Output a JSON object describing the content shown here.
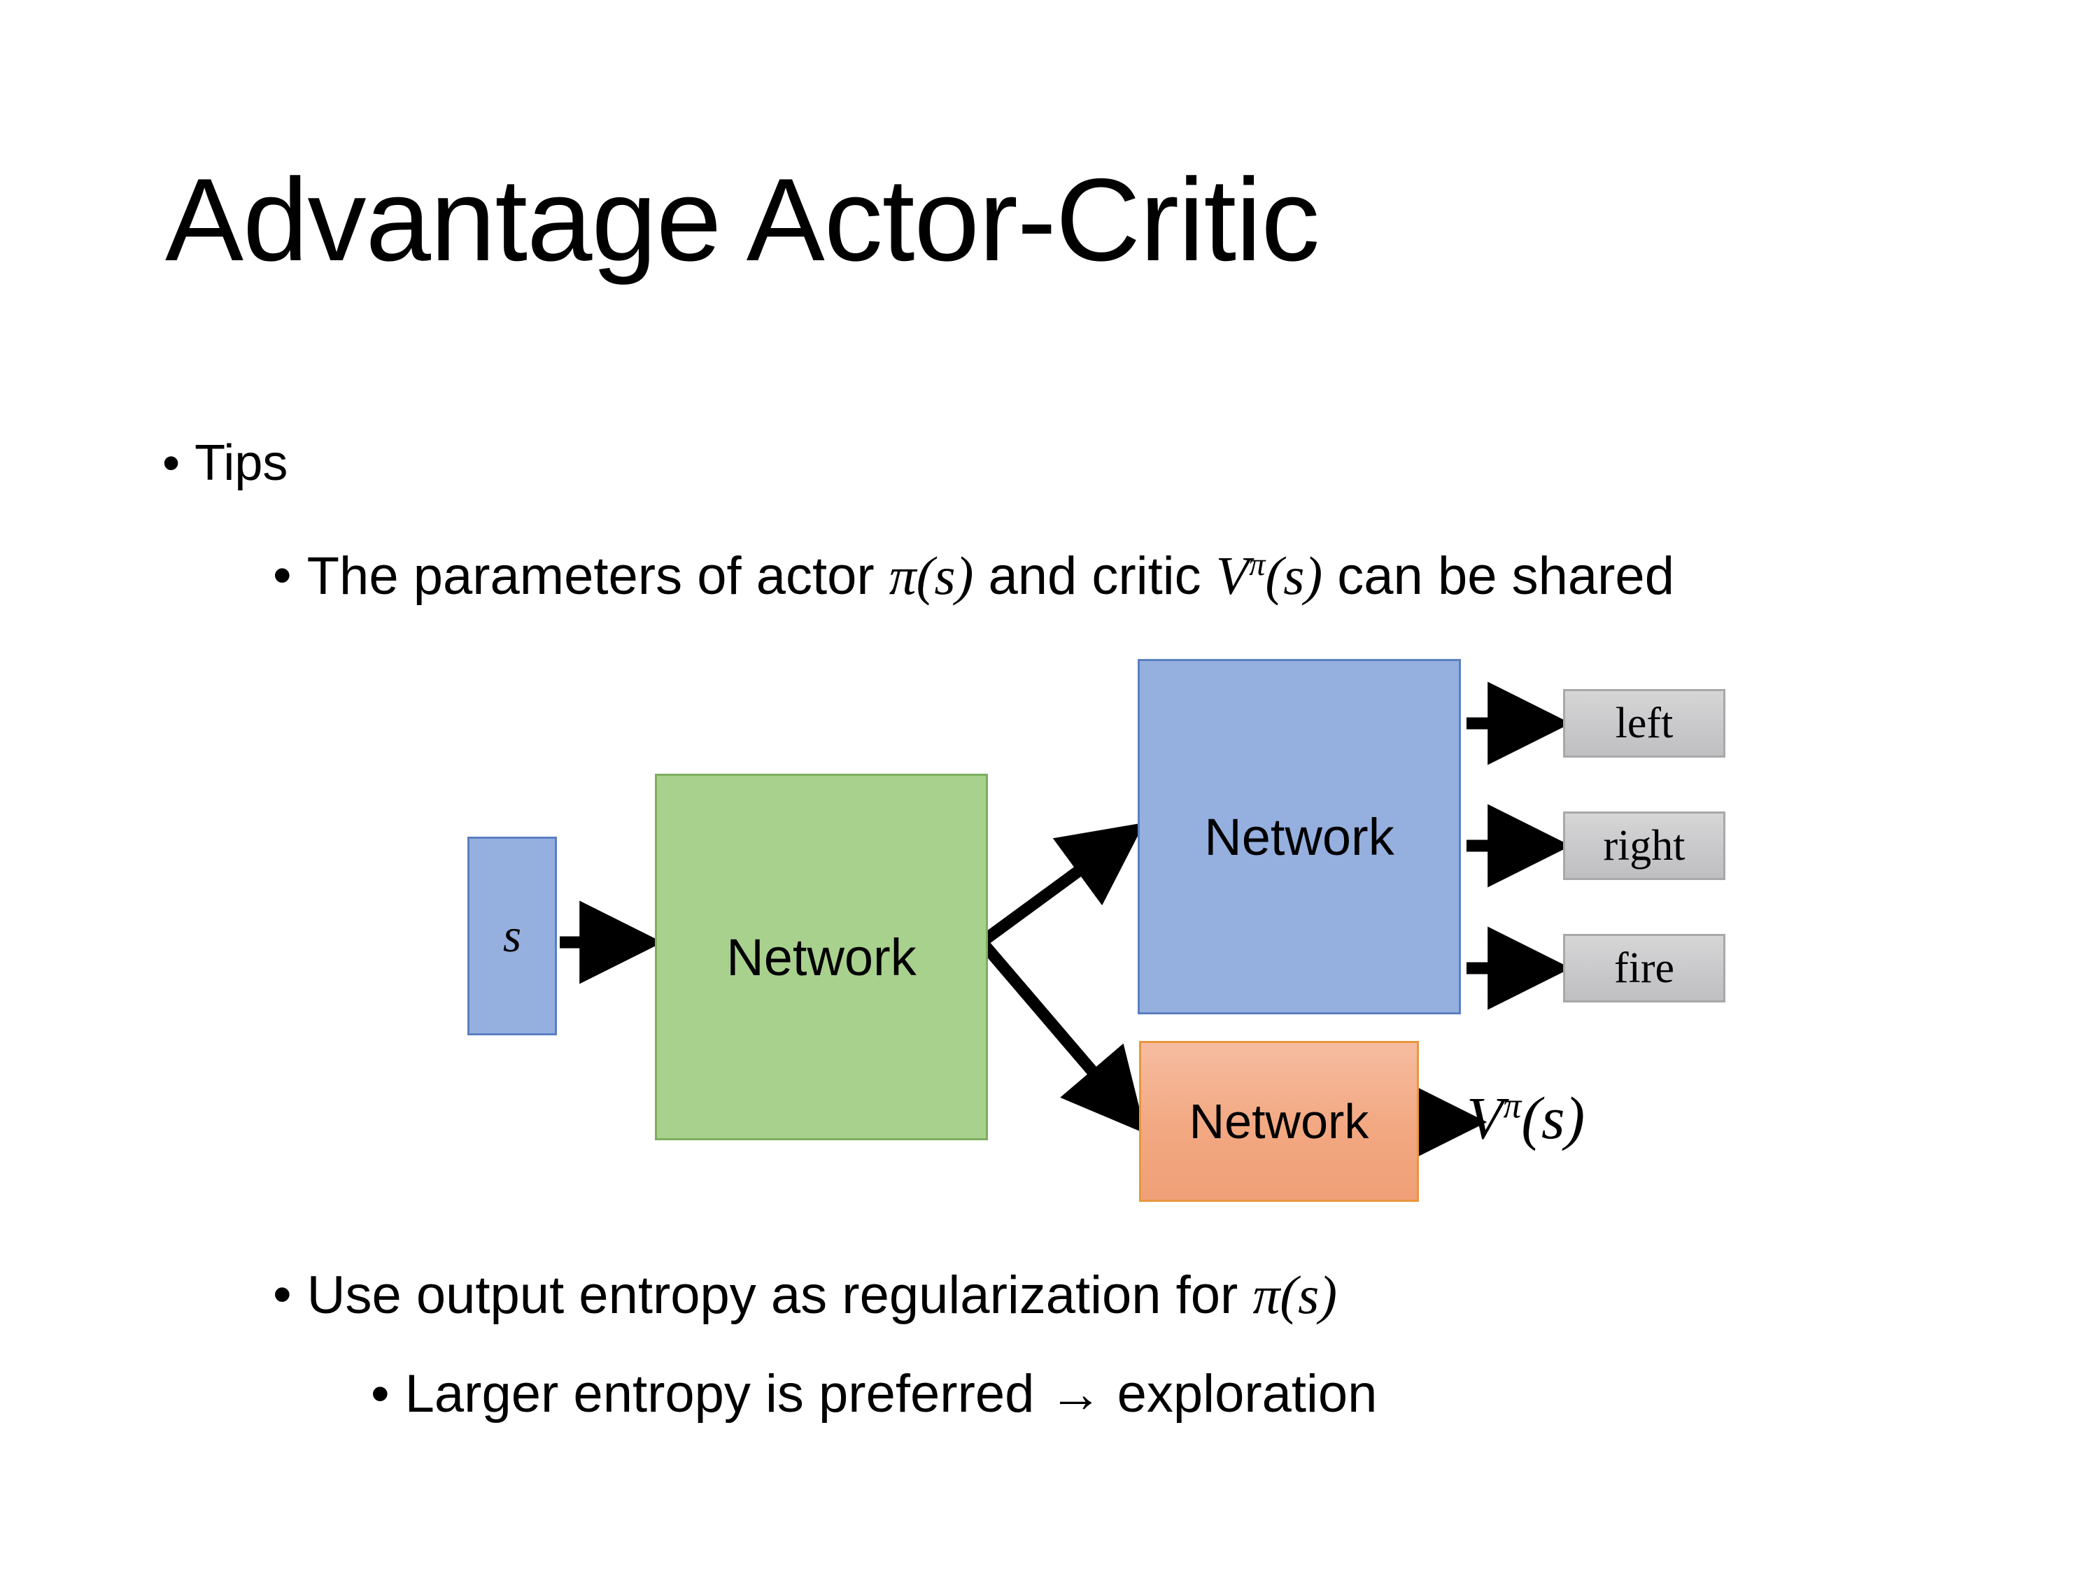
{
  "slide": {
    "title": "Advantage Actor-Critic",
    "background_color": "#FFFFFF"
  },
  "bullets": {
    "tips": "Tips",
    "parameters_line": "The parameters of actor π(s)  and critic Vπ(s) can be shared",
    "parameters_prefix": "The parameters of actor ",
    "parameters_mid": "  and critic ",
    "parameters_suffix": " can be shared",
    "entropy_prefix": "Use output entropy as regularization for ",
    "larger_entropy": "Larger entropy is preferred → exploration"
  },
  "math": {
    "pi_open": "π(",
    "s": "s",
    "close": ")",
    "V": "V",
    "pi_sup": "π",
    "pi_s": "π(s)",
    "V_pi_s": "Vπ(s)"
  },
  "diagram": {
    "input_label": "s",
    "shared_network_label": "Network",
    "actor_network_label": "Network",
    "critic_network_label": "Network",
    "outputs": [
      {
        "label": "left"
      },
      {
        "label": "right"
      },
      {
        "label": "fire"
      }
    ],
    "critic_output_label": "Vπ(s)",
    "colors": {
      "input_fill": "#95B0DF",
      "input_border": "#5B7FC0",
      "shared_fill": "#A9D18E",
      "shared_border": "#7FAE5E",
      "actor_fill": "#95B0DF",
      "actor_border": "#5B7FC0",
      "critic_fill": "#F2A881",
      "critic_border": "#E8963F",
      "output_fill": "#C9C9CC",
      "output_border": "#A8A8A8",
      "arrow": "#000000"
    }
  }
}
